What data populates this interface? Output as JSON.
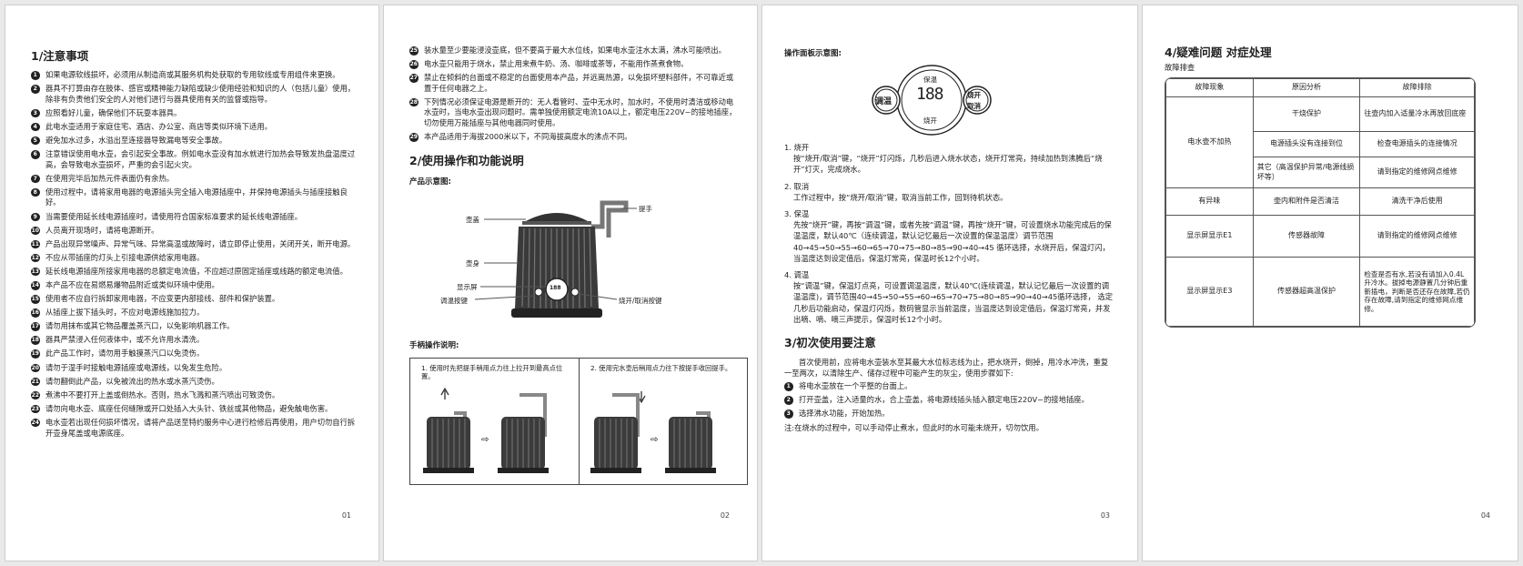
{
  "page1": {
    "title": "1/注意事项",
    "items": [
      "如果电源软线损坏，必须用从制造商或其服务机构处获取的专用软线或专用组件来更换。",
      "器具不打算由存在肢体、感官或精神能力缺陷或缺少使用经验和知识的人（包括儿童）使用，除非有负责他们安全的人对他们进行与器具使用有关的监督或指导。",
      "应照看好儿童，确保他们不玩耍本器具。",
      "此电水壶适用于家庭住宅、酒店、办公室、商店等类似环境下适用。",
      "避免加水过多，水溢出至连接器导致漏电等安全事故。",
      "注意错误使用电水壶，会引起安全事故。例如电水壶没有加水就进行加热会导致发热盘温度过高，会导致电水壶损坏，严重的会引起火灾。",
      "在使用完毕后加热元件表面仍有余热。",
      "使用过程中，请将家用电器的电源插头完全插入电源插座中，并保持电源插头与插座接触良好。",
      "当需要使用延长线电源插座时，请使用符合国家标准要求的延长线电源插座。",
      "人员离开现场时，请将电源断开。",
      "产品出现异常噪声、异常气味、异常高温或故障时，请立即停止使用，关闭开关，断开电源。",
      "不应从带插座的灯头上引接电源供给家用电器。",
      "延长线电源插座所接家用电器的总额定电流值，不应超过原固定插座或线路的额定电流值。",
      "本产品不应在易燃易爆物品附近或类似环境中使用。",
      "使用者不应自行拆卸家用电器，不应变更内部接线、部件和保护装置。",
      "从插座上拔下插头时，不应对电源线施加拉力。",
      "请勿用抹布或其它物品覆盖蒸汽口，以免影响机器工作。",
      "器具严禁浸入任何液体中，或不允许用水清洗。",
      "此产品工作时，请勿用手触摸蒸汽口以免烫伤。",
      "请勿于湿手时接触电源插座或电源线，以免发生危险。",
      "请勿翻倒此产品，以免被流出的热水或水蒸汽烫伤。",
      "煮沸中不要打开上盖或倒热水。否则，热水飞溅和蒸汽喷出可致烫伤。",
      "请勿向电水壶、底座任何缝隙或开口处插入大头针、铁丝或其他物品，避免触电伤害。",
      "电水壶若出现任何损坏情况，请将产品送至特约服务中心进行检修后再使用，用户切勿自行拆开壶身尾盖或电源底座。"
    ],
    "page_no": "01"
  },
  "page2": {
    "items": [
      "装水量至少要能浸没壶底，但不要高于最大水位线，如果电水壶注水太满，沸水可能喷出。",
      "电水壶只能用于烧水，禁止用来煮牛奶、汤、咖啡或茶等，不能用作蒸煮食物。",
      "禁止在倾斜的台面或不稳定的台面使用本产品，并远离热源，以免损坏塑料部件，不可靠近或置于任何电器之上。",
      "下列情况必须保证电源是断开的：无人看管时、壶中无水时，加水时，不使用时清洁或移动电水壶时，当电水壶出现问题时。需单独使用额定电流10A以上，额定电压220V~的接地插座，切勿使用万能插座与其他电器同时使用。",
      "本产品适用于海拔2000米以下，不同海拔高度水的沸点不同。"
    ],
    "title": "2/使用操作和功能说明",
    "fig_title": "产品示意图:",
    "labels": {
      "lid": "壶盖",
      "body": "壶身",
      "display": "显示屏",
      "temp_btn": "调温按键",
      "handle": "提手",
      "boil_btn": "烧开/取消按键",
      "display_digits": "188"
    },
    "handle_title": "手柄操作说明:",
    "handle_left": "1. 使用时先把提手稍用点力往上拉开到最高点位置。",
    "handle_right": "2. 使用完水壶后稍用点力往下按提手收回提手。",
    "page_no": "02"
  },
  "page3": {
    "panel_title": "操作面板示意图:",
    "panel": {
      "left_btn": "调温",
      "right_btn_top": "烧开",
      "right_btn_bottom": "取消",
      "keep_warm": "保温",
      "digits": "188",
      "boil": "烧开"
    },
    "sections": [
      {
        "head": "1. 烧开",
        "body": "按“烧开/取消”键，“烧开”灯闪烁，几秒后进入烧水状态，烧开灯常亮，持续加热到沸腾后“烧开”灯灭，完成烧水。"
      },
      {
        "head": "2. 取消",
        "body": "工作过程中，按“烧开/取消”键，取消当前工作，回到待机状态。"
      },
      {
        "head": "3. 保温",
        "body": "先按“烧开”键，再按“调温”键，或者先按“调温”键，再按“烧开”键，可设置烧水功能完成后的保温温度，默认40℃（连续调温，默认记忆最后一次设置的保温温度）调节范围 40→45→50→55→60→65→70→75→80→85→90→40→45 循环选择，水烧开后，保温灯闪，当温度达到设定值后，保温灯常亮，保温时长12个小时。"
      },
      {
        "head": "4. 调温",
        "body": "按“调温”键，保温灯点亮，可设置调温温度，默认40℃(连续调温，默认记忆最后一次设置的调温温度)，调节范围40→45→50→55→60→65→70→75→80→85→90→40→45循环选择， 选定几秒后功能启动，保温灯闪烁，数码管显示当前温度，当温度达到设定值后，保温灯常亮，并发出嘀、嘀、嘀三声提示，保温时长12个小时。"
      }
    ],
    "first_use_title": "3/初次使用要注意",
    "first_use_intro": "首次使用前，应将电水壶装水至其最大水位标志线为止，把水烧开，倒掉，用冷水冲洗，重复一至两次，以清除生产、储存过程中可能产生的灰尘，使用步骤如下:",
    "steps": [
      "将电水壶放在一个平整的台面上。",
      "打开壶盖，注入适量的水，合上壶盖，将电源线插头插入额定电压220V~的接地插座。",
      "选择沸水功能，开始加热。"
    ],
    "note": "注:在烧水的过程中，可以手动停止煮水，但此时的水可能未烧开，切勿饮用。",
    "page_no": "03"
  },
  "page4": {
    "title": "4/疑难问题 对症处理",
    "subtitle": "故障排查",
    "headers": [
      "故障现象",
      "原因分析",
      "故障排除"
    ],
    "rows": [
      {
        "symptom": "电水壶不加热",
        "cause": "干烧保护",
        "fix": "往壶内加入适量冷水再放回底座"
      },
      {
        "cause": "电源插头没有连接到位",
        "fix": "检查电源插头的连接情况"
      },
      {
        "cause": "其它（高温保护异常/电源线损坏等）",
        "fix": "请到指定的维修网点维修"
      },
      {
        "symptom": "有异味",
        "cause": "壶内和附件是否清洁",
        "fix": "清洗干净后使用"
      },
      {
        "symptom": "显示屏显示E1",
        "cause": "传感器故障",
        "fix": "请到指定的维修网点维修"
      },
      {
        "symptom": "显示屏显示E3",
        "cause": "传感器超高温保护",
        "fix": "检查是否有水,若没有请加入0.4L升冷水。拔掉电源静置几分钟后重新插电，判断是否还存在故障,若仍存在故障,请到指定的维修网点维修。"
      }
    ],
    "page_no": "04"
  }
}
